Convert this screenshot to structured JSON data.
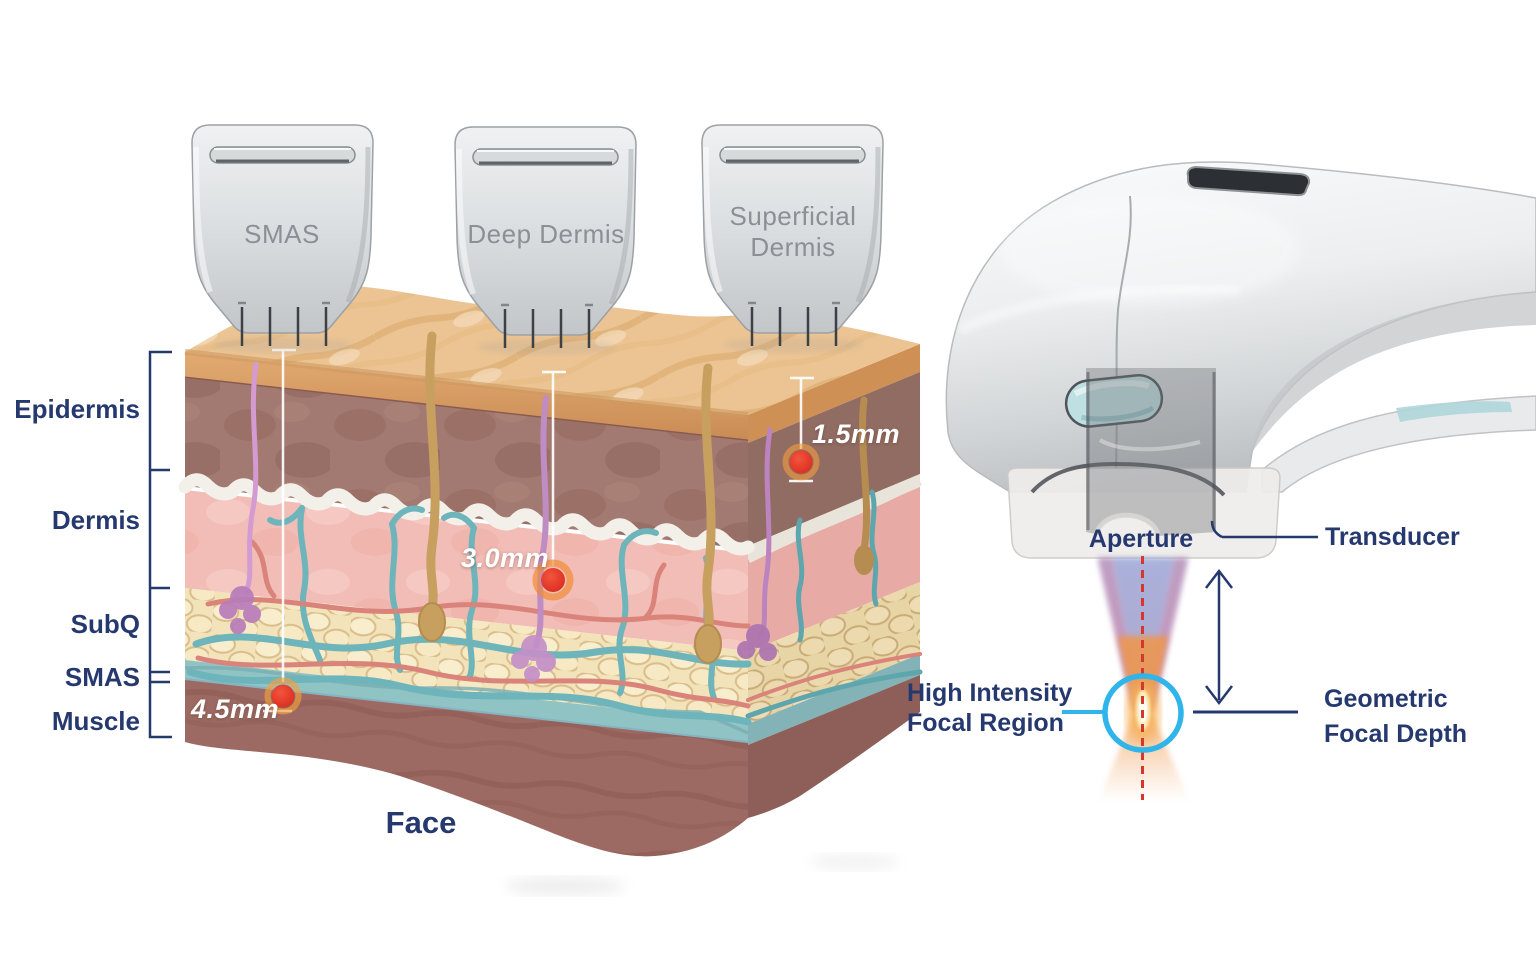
{
  "diagram": {
    "face_caption": "Face",
    "cartridges": [
      {
        "label": "SMAS"
      },
      {
        "label": "Deep Dermis"
      },
      {
        "label": "Superficial\nDermis"
      }
    ],
    "skin_layers": [
      {
        "label": "Epidermis"
      },
      {
        "label": "Dermis"
      },
      {
        "label": "SubQ"
      },
      {
        "label": "SMAS"
      },
      {
        "label": "Muscle"
      }
    ],
    "depth_markers": [
      {
        "label": "1.5mm"
      },
      {
        "label": "3.0mm"
      },
      {
        "label": "4.5mm"
      }
    ]
  },
  "device": {
    "aperture_label": "Aperture",
    "transducer_label": "Transducer",
    "focal_region_label": "High Intensity\nFocal Region",
    "focal_depth_label": "Geometric\nFocal Depth"
  },
  "colors": {
    "label_navy": "#25396f",
    "cartridge_text_gray": "#8a9096",
    "depth_text_white": "#ffffff",
    "accent_cyan": "#2fb5e9",
    "ablation_red": "#e23525",
    "halo_orange": "#f59f3e",
    "beam_dash_red": "#d4372e",
    "skin_tan": "#ecc493",
    "skin_epidermis_mauve": "#a37a71",
    "skin_dermis_pink": "#f2bdb6",
    "skin_fat_cream": "#f2e3ba",
    "skin_smas_teal": "#90c3c4",
    "skin_muscle": "#9c6a62",
    "device_button_teal": "#bfe0e2"
  }
}
